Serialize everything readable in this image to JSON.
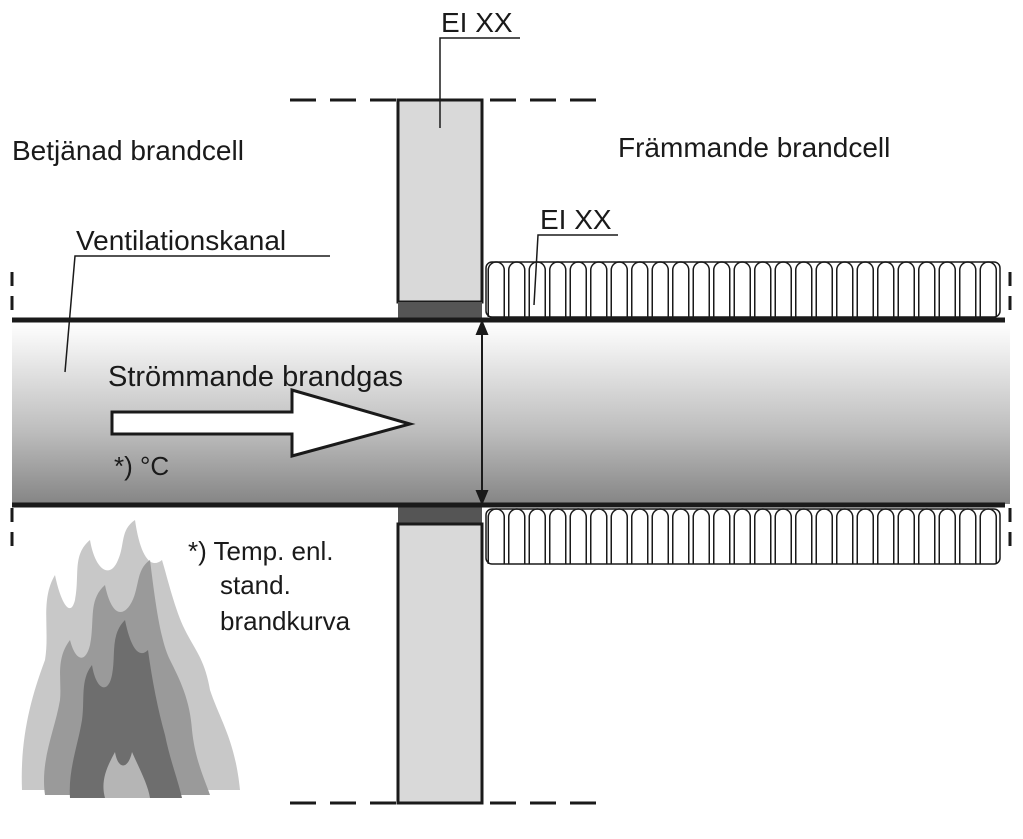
{
  "labels": {
    "wall_top": "EI XX",
    "insulation": "EI XX",
    "served_cell": "Betjänad brandcell",
    "foreign_cell": "Främmande brandcell",
    "duct": "Ventilationskanal",
    "flow": "Strömmande brandgas",
    "temp_marker": "*) °C",
    "note_line1": "*) Temp. enl.",
    "note_line2": "stand.",
    "note_line3": "brandkurva"
  },
  "colors": {
    "wall": "#d9d9d9",
    "wall_seal": "#555555",
    "duct_light": "#f4f4f4",
    "duct_dark": "#8a8a8a",
    "flame_light": "#c8c8c8",
    "flame_mid": "#9a9a9a",
    "flame_dark": "#6e6e6e"
  },
  "icons": {
    "flame": "fire-icon",
    "flow_arrow": "arrow-right-icon"
  }
}
